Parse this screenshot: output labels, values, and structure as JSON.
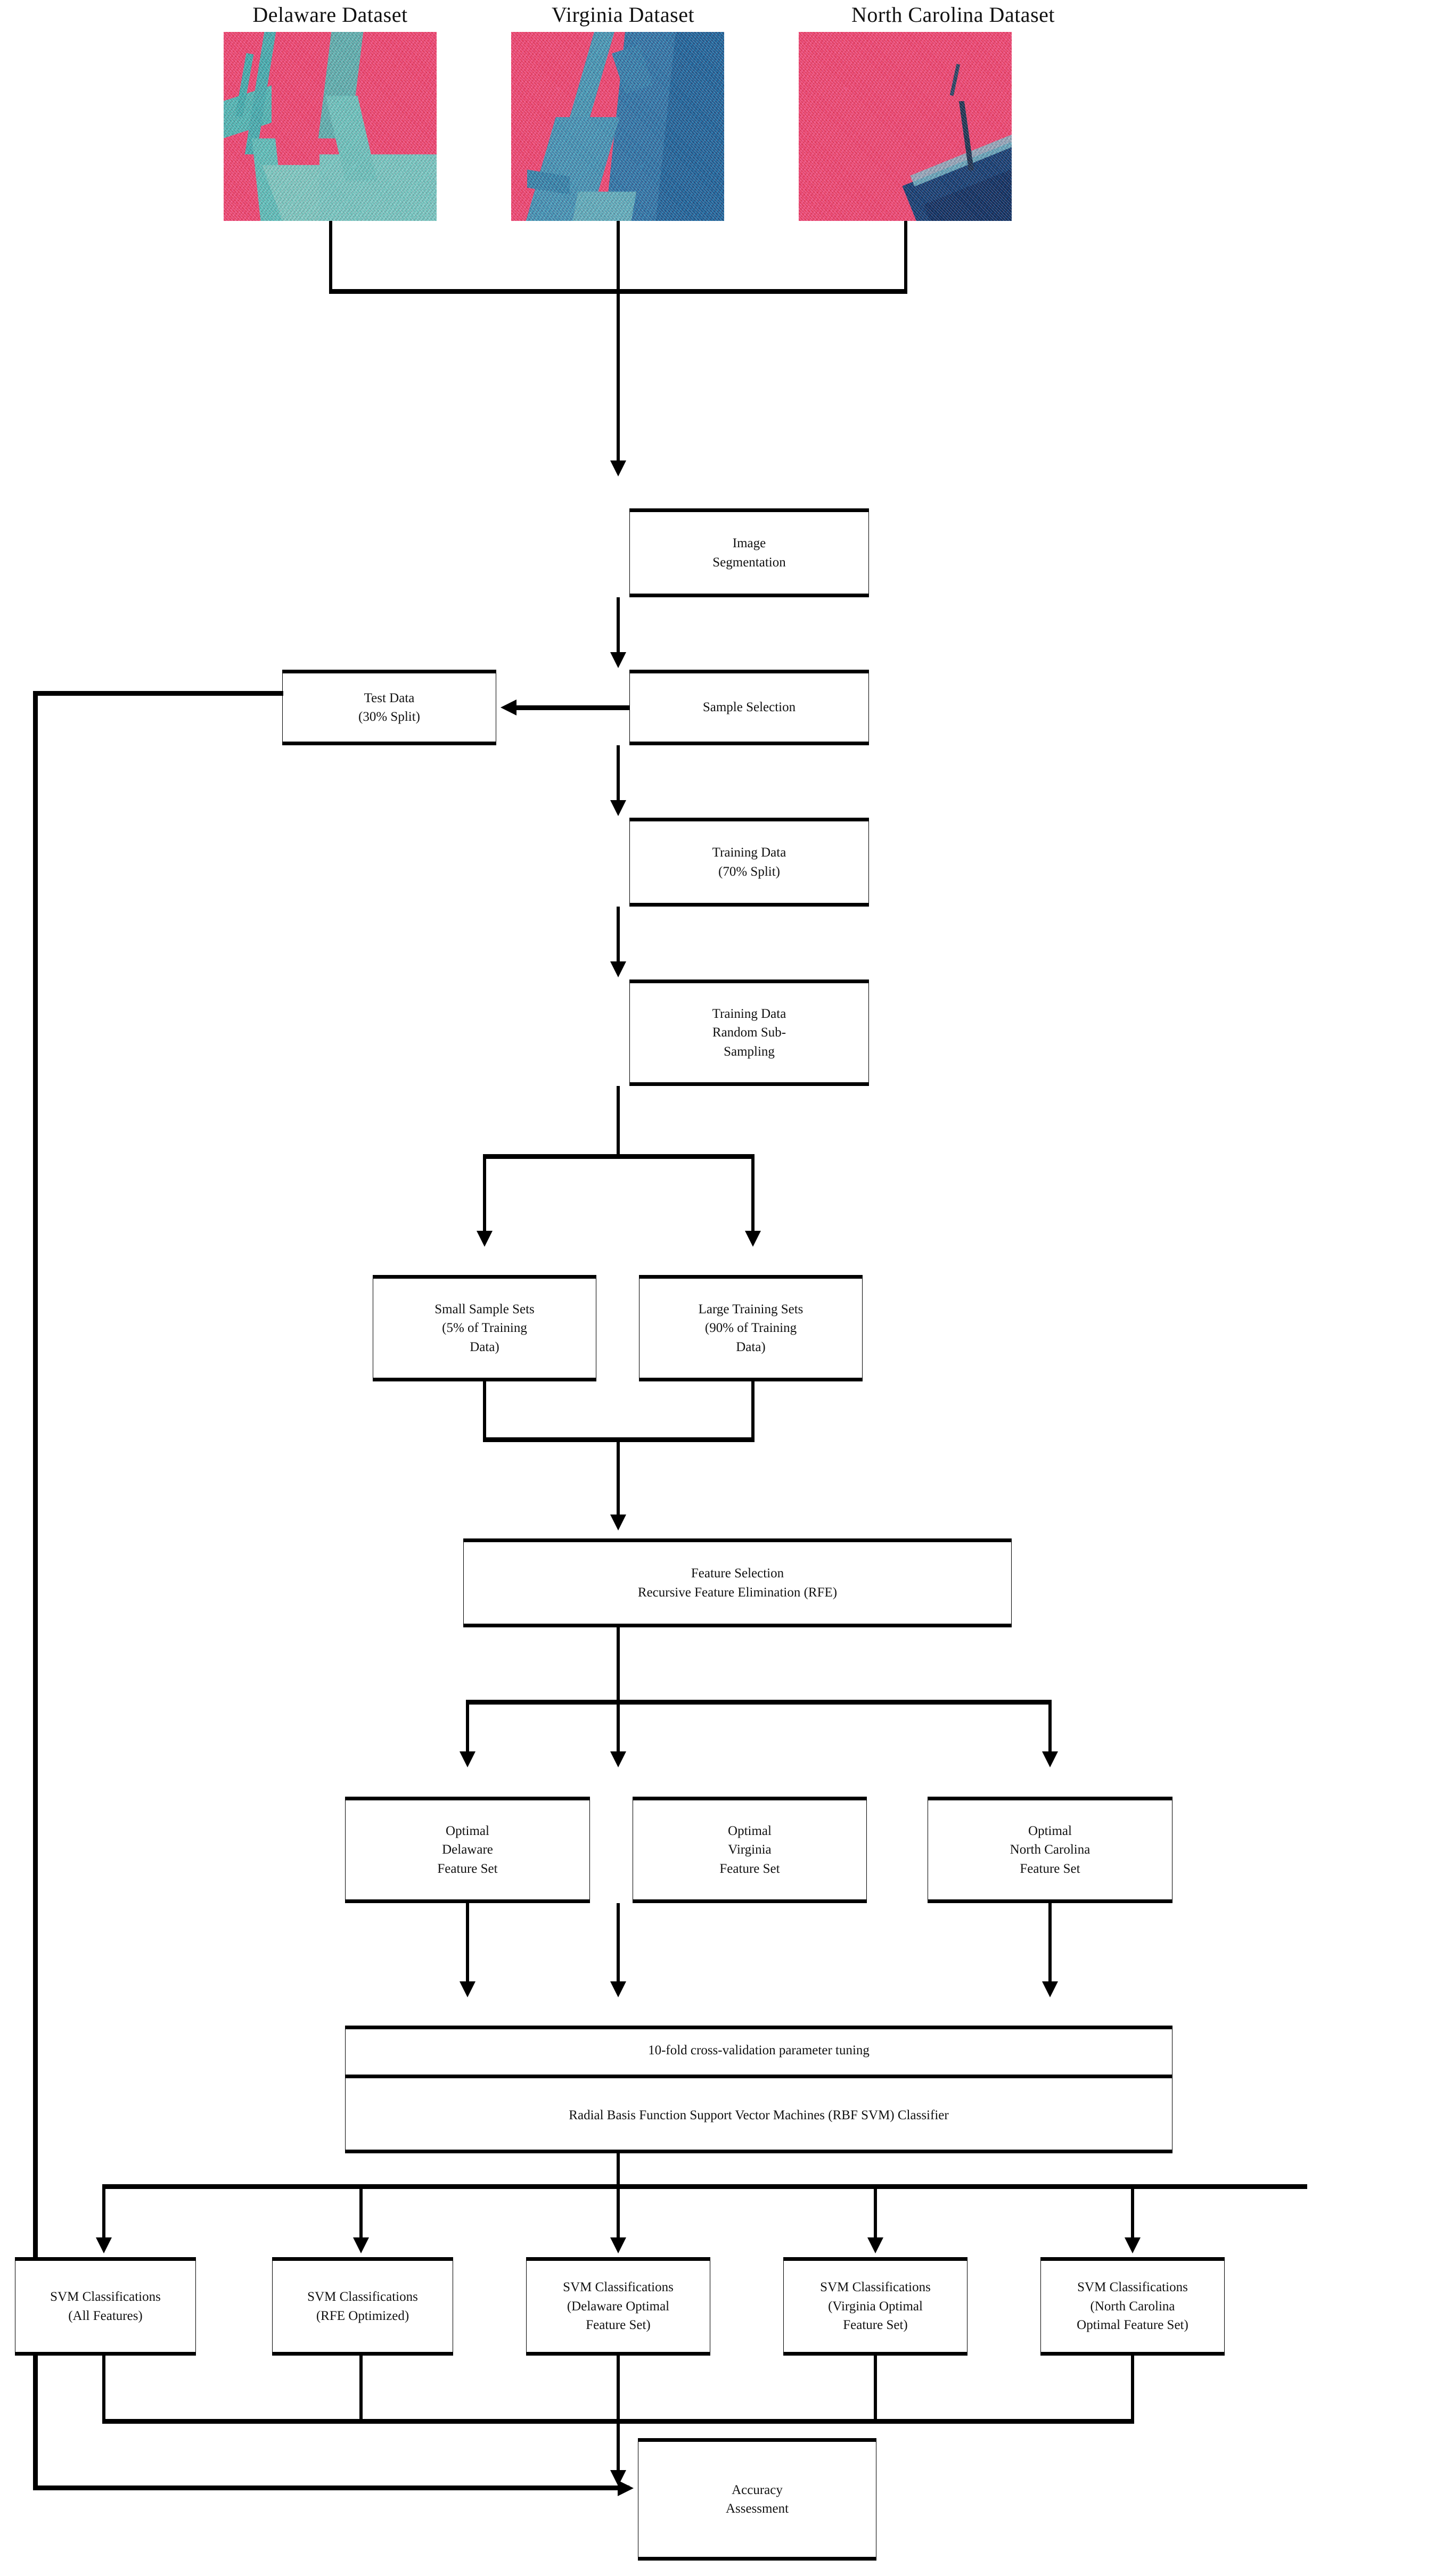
{
  "datasets": [
    {
      "title": "Delaware Dataset",
      "caption": "delaware-satellite-image"
    },
    {
      "title": "Virginia Dataset",
      "caption": "virginia-satellite-image"
    },
    {
      "title": "North Carolina Dataset",
      "caption": "north-carolina-satellite-image"
    }
  ],
  "nodes": {
    "image_segmentation": {
      "lines": [
        "Image",
        "Segmentation"
      ]
    },
    "test_data": {
      "lines": [
        "Test Data",
        "(30% Split)"
      ]
    },
    "sample_selection": {
      "lines": [
        "Sample Selection"
      ]
    },
    "training_data": {
      "lines": [
        "Training Data",
        "(70% Split)"
      ]
    },
    "training_subsample": {
      "lines": [
        "Training Data",
        "Random Sub-",
        "Sampling"
      ]
    },
    "small_sample_sets": {
      "lines": [
        "Small Sample Sets",
        "(5% of Training",
        "Data)"
      ]
    },
    "large_training_sets": {
      "lines": [
        "Large Training Sets",
        "(90% of Training",
        "Data)"
      ]
    },
    "feature_selection": {
      "lines": [
        "Feature Selection",
        "Recursive Feature Elimination (RFE)"
      ]
    },
    "optimal_delaware": {
      "lines": [
        "Optimal",
        "Delaware",
        "Feature Set"
      ]
    },
    "optimal_virginia": {
      "lines": [
        "Optimal",
        "Virginia",
        "Feature Set"
      ]
    },
    "optimal_nc": {
      "lines": [
        "Optimal",
        "North Carolina",
        "Feature Set"
      ]
    },
    "cv_tuning": {
      "lines": [
        "10-fold cross-validation parameter tuning"
      ]
    },
    "rbf_svm": {
      "lines": [
        "Radial Basis Function Support Vector Machines (RBF SVM) Classifier"
      ]
    },
    "svm_all": {
      "lines": [
        "SVM Classifications",
        "(All Features)"
      ]
    },
    "svm_rfe": {
      "lines": [
        "SVM Classifications",
        "(RFE Optimized)"
      ]
    },
    "svm_de": {
      "lines": [
        "SVM Classifications",
        "(Delaware Optimal",
        "Feature Set)"
      ]
    },
    "svm_va": {
      "lines": [
        "SVM Classifications",
        "(Virginia Optimal",
        "Feature Set)"
      ]
    },
    "svm_nc": {
      "lines": [
        "SVM Classifications",
        "(North Carolina",
        "Optimal Feature Set)"
      ]
    },
    "accuracy_assessment": {
      "lines": [
        "Accuracy",
        "Assessment"
      ]
    }
  },
  "colors": {
    "stroke": "#000000",
    "page_background": "#ffffff",
    "vegetation_pink": "#e8436b",
    "water_teal": "#3fa6a8",
    "water_blue": "#1c5f93",
    "deep_blue": "#123b6b"
  }
}
